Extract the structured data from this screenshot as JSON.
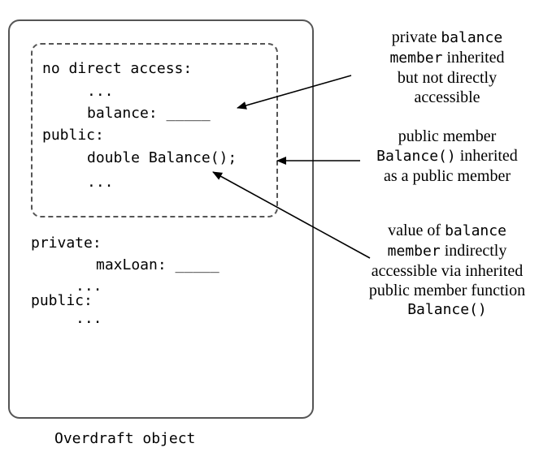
{
  "object_box": {
    "inherited_section": {
      "no_access_label": "no direct access:",
      "ellipsis_1": "...",
      "balance_line": "balance: _____",
      "public_label": "public:",
      "balance_method": "double Balance();",
      "ellipsis_2": "..."
    },
    "own_section": {
      "private_label": "private:",
      "maxloan_line": "maxLoan: _____",
      "ellipsis_1": "...",
      "public_label": "public:",
      "ellipsis_2": "..."
    },
    "caption": "Overdraft object"
  },
  "annotations": {
    "a1": {
      "t1": "private ",
      "m1": "balance",
      "m2": "member",
      "t2": " inherited",
      "t3": "but not directly",
      "t4": "accessible"
    },
    "a2": {
      "t1": "public member",
      "m1": "Balance()",
      "t2": " inherited",
      "t3": "as a public member"
    },
    "a3": {
      "t1": "value of ",
      "m1": "balance",
      "m2": "member",
      "t2": " indirectly",
      "t3": "accessible via inherited",
      "t4": "public member function",
      "m3": "Balance()"
    }
  }
}
